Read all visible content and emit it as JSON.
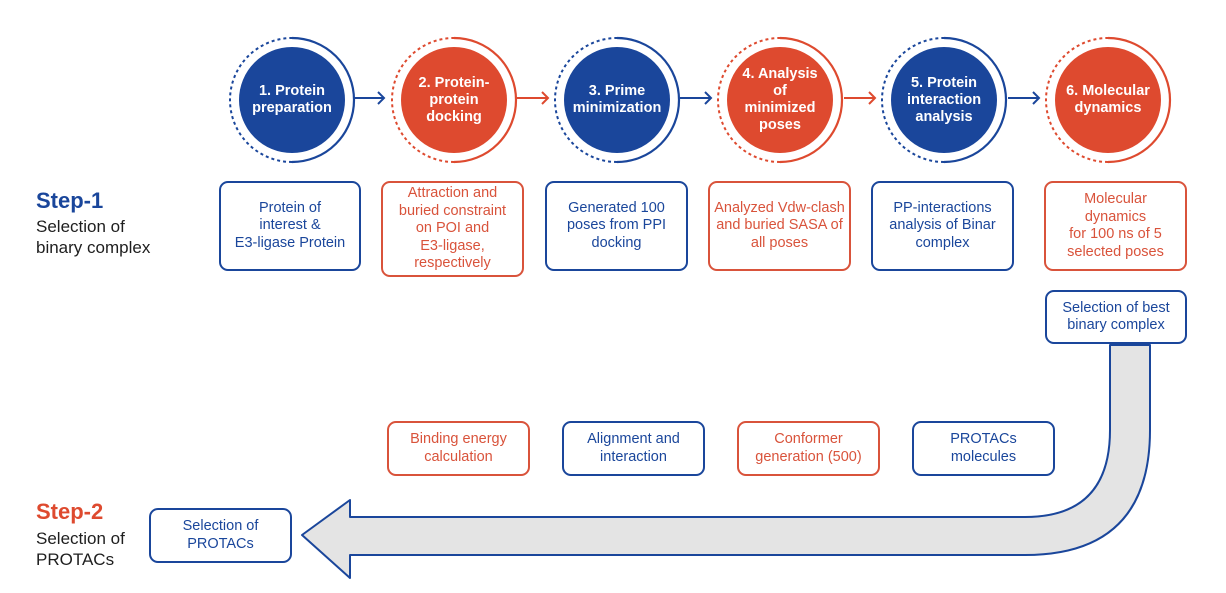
{
  "colors": {
    "blue": "#1a469b",
    "red": "#de4a2f",
    "arrow_fill": "#e4e4e4",
    "arrow_stroke": "#1a469b"
  },
  "stages": [
    {
      "label": "1. Protein\npreparation",
      "color": "blue"
    },
    {
      "label": "2. Protein-\nprotein\ndocking",
      "color": "red"
    },
    {
      "label": "3. Prime\nminimization",
      "color": "blue"
    },
    {
      "label": "4. Analysis\nof\nminimized\nposes",
      "color": "red"
    },
    {
      "label": "5. Protein\ninteraction\nanalysis",
      "color": "blue"
    },
    {
      "label": "6. Molecular\ndynamics",
      "color": "red"
    }
  ],
  "step1": {
    "title": "Step-1",
    "subtitle": "Selection of\nbinary complex",
    "boxes": [
      {
        "text": "Protein of\ninterest &\nE3-ligase Protein",
        "color": "blue"
      },
      {
        "text": "Attraction and\nburied constraint\non POI and\nE3-ligase,\nrespectively",
        "color": "red"
      },
      {
        "text": "Generated 100\nposes from PPI\ndocking",
        "color": "blue"
      },
      {
        "text": "Analyzed Vdw-clash\nand buried SASA of\nall poses",
        "color": "red"
      },
      {
        "text": "PP-interactions\nanalysis of Binar\ncomplex",
        "color": "blue"
      },
      {
        "text": "Molecular\ndynamics\nfor 100 ns of 5\nselected poses",
        "color": "red"
      }
    ],
    "result": {
      "text": "Selection of best\nbinary complex",
      "color": "blue"
    }
  },
  "step2": {
    "title": "Step-2",
    "subtitle": "Selection of\nPROTACs",
    "boxes": [
      {
        "text": "Binding energy\ncalculation",
        "color": "red"
      },
      {
        "text": "Alignment and\ninteraction",
        "color": "blue"
      },
      {
        "text": "Conformer\ngeneration (500)",
        "color": "red"
      },
      {
        "text": "PROTACs\nmolecules",
        "color": "blue"
      }
    ],
    "result": {
      "text": "Selection of\nPROTACs",
      "color": "blue"
    }
  }
}
